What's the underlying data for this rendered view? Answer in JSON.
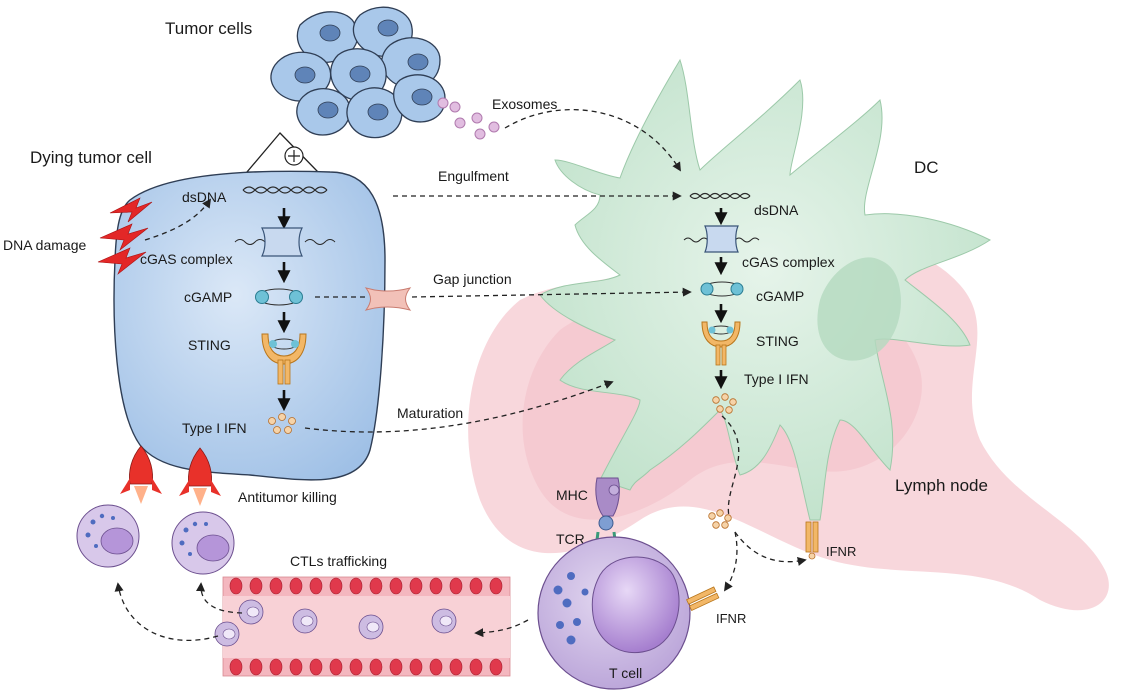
{
  "labels": {
    "tumor_cells": "Tumor cells",
    "dying_tumor_cell": "Dying tumor cell",
    "exosomes": "Exosomes",
    "dc": "DC",
    "engulfment": "Engulfment",
    "gap_junction": "Gap junction",
    "maturation": "Maturation",
    "dna_damage": "DNA damage",
    "lymph_node": "Lymph node",
    "antitumor_killing": "Antitumor killing",
    "ctls_trafficking": "CTLs trafficking",
    "mhc": "MHC",
    "tcr": "TCR",
    "ifnr_dc": "IFNR",
    "ifnr_tcell": "IFNR",
    "t_cell": "T cell",
    "plus_symbol": "⊕"
  },
  "tumor_pathway": {
    "dsdna": "dsDNA",
    "cgas_complex": "cGAS complex",
    "cgamp": "cGAMP",
    "sting": "STING",
    "type1_ifn": "Type I IFN"
  },
  "dc_pathway": {
    "dsdna": "dsDNA",
    "cgas_complex": "cGAS complex",
    "cgamp": "cGAMP",
    "sting": "STING",
    "type1_ifn": "Type I IFN"
  },
  "colors": {
    "tumor_cell_fill": "#a9c8ea",
    "tumor_cell_nucleus": "#6f93c4",
    "dying_cell_fill": "#b9d3ee",
    "dc_fill": "#cfe8d6",
    "lymph_node_fill": "#f6cdd2",
    "vessel_fill": "#f3b8c0",
    "vessel_rbc": "#e0394c",
    "t_cell_fill": "#cdbce2",
    "t_cell_nucleus": "#a67fcf",
    "lightning": "#e32727",
    "rocket": "#e8312a",
    "exosome": "#d9b5d8"
  },
  "icons": [
    "dna-strand-icon",
    "cgas-complex-icon",
    "cgamp-icon",
    "sting-receptor-icon",
    "ifn-cluster-icon",
    "lightning-icon",
    "rocket-icon",
    "gap-junction-icon"
  ]
}
